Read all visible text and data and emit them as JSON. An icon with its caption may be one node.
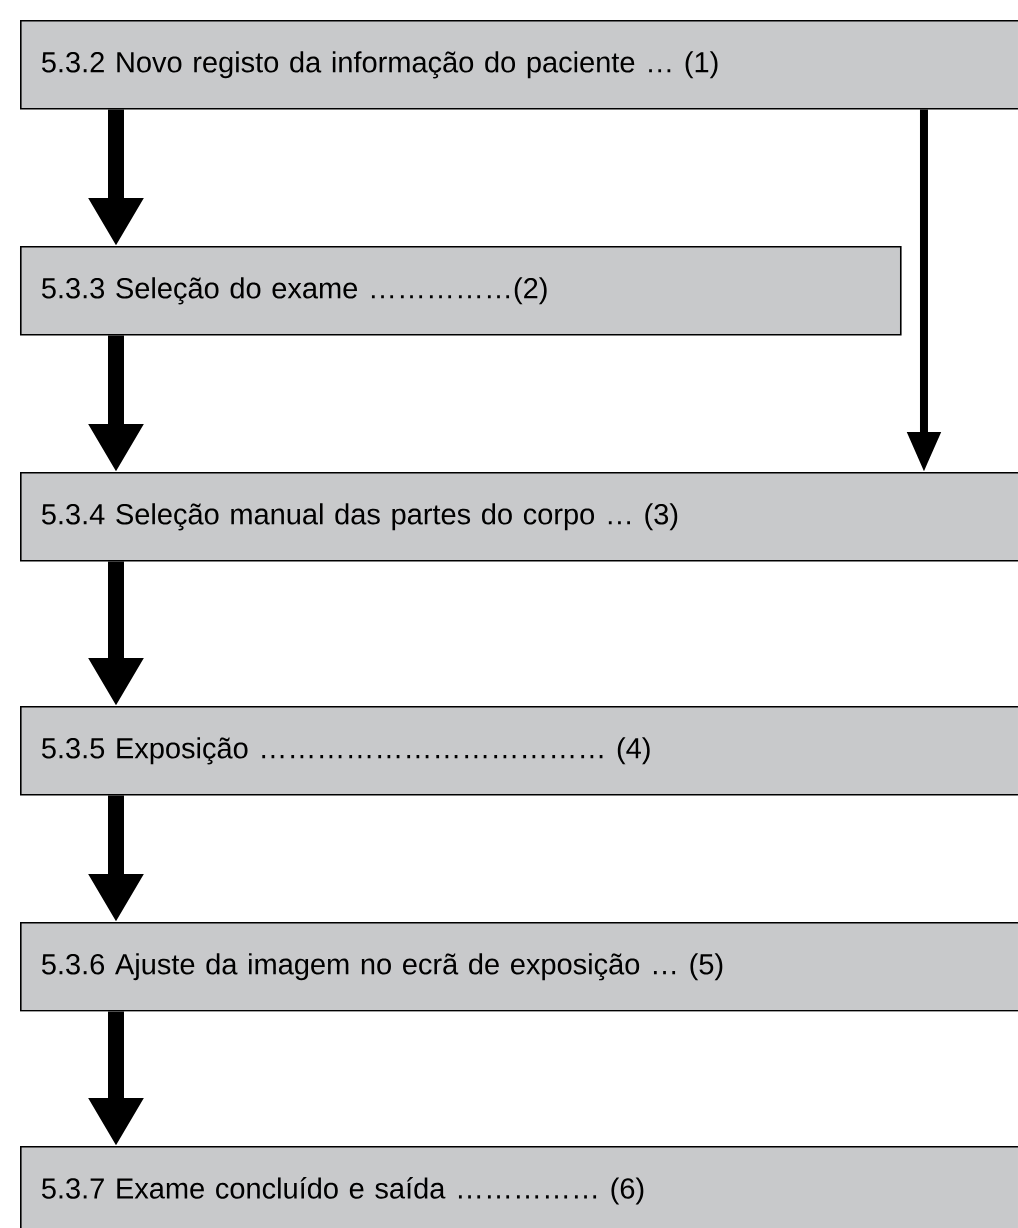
{
  "diagram": {
    "nodes": [
      {
        "text": [
          "5.3.2 Novo registo da informação do paciente …  (1)"
        ]
      },
      {
        "text": [
          "5.3.3 Seleção do exame  ……………(2)"
        ]
      },
      {
        "text": [
          "5.3.4 Seleção manual das partes do corpo … (3)"
        ]
      },
      {
        "text": [
          "5.3.5 Exposição ……………………………… (4)"
        ]
      },
      {
        "text": [
          "5.3.6 Ajuste da imagem no ecrã de exposição … (5)"
        ]
      },
      {
        "text": [
          "5.3.7 Exame concluído e saída  …………… (6)"
        ]
      }
    ],
    "edges": [
      {
        "from": 0,
        "to": 1,
        "arrow": "to"
      },
      {
        "from": 1,
        "to": 2,
        "arrow": "to"
      },
      {
        "from": 0,
        "to": 2,
        "arrow": "to"
      },
      {
        "from": 2,
        "to": 3,
        "arrow": "to"
      },
      {
        "from": 3,
        "to": 4,
        "arrow": "to"
      },
      {
        "from": 4,
        "to": 5,
        "arrow": "to"
      }
    ]
  }
}
